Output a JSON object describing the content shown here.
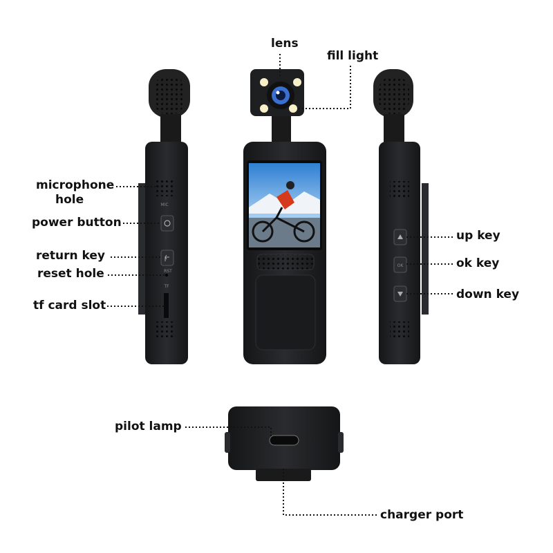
{
  "labels": {
    "lens": "lens",
    "fill_light": "fill light",
    "microphone_hole_1": "microphone",
    "microphone_hole_2": "hole",
    "power_button": "power button",
    "return_key": "return key",
    "reset_hole": "reset hole",
    "tf_card_slot": "tf card slot",
    "up_key": "up key",
    "ok_key": "ok key",
    "down_key": "down key",
    "pilot_lamp": "pilot lamp",
    "charger_port": "charger port"
  },
  "device_markings": {
    "mic": "MIC",
    "rst": "RST",
    "tf": "TF",
    "ok": "OK"
  },
  "colors": {
    "body": "#1e1f21",
    "body_edge": "#3a3b3e",
    "button": "#2c2d30",
    "lens_ring": "#3a6fd0",
    "leader": "#111111"
  }
}
